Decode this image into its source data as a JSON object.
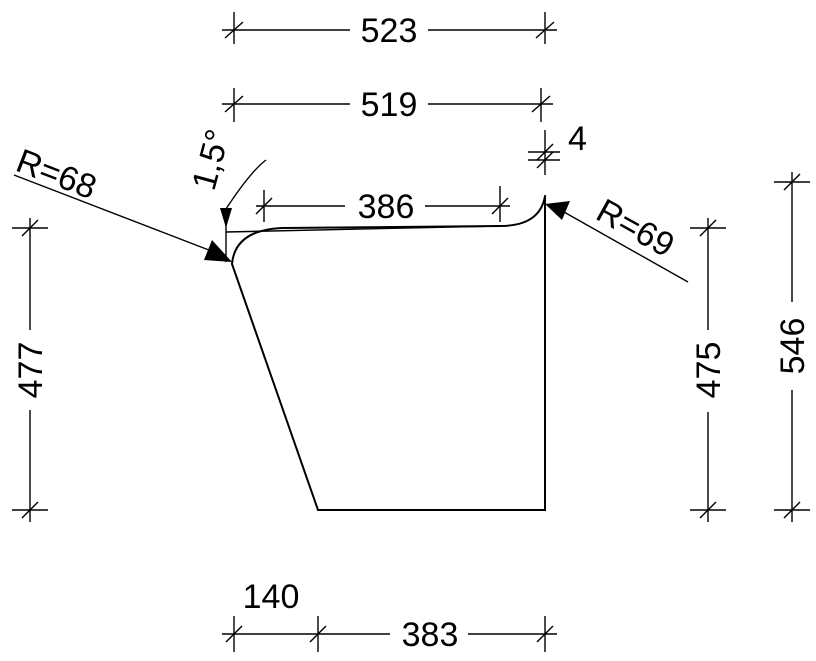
{
  "dimensions": {
    "top_width": "523",
    "inner_width": "519",
    "step_height": "4",
    "flat_length": "386",
    "left_height": "477",
    "right_inner_height": "475",
    "right_height": "546",
    "bottom_offset": "140",
    "bottom_width": "383"
  },
  "annotations": {
    "left_radius": "R=68",
    "right_radius": "R=69",
    "angle": "1,5°"
  }
}
